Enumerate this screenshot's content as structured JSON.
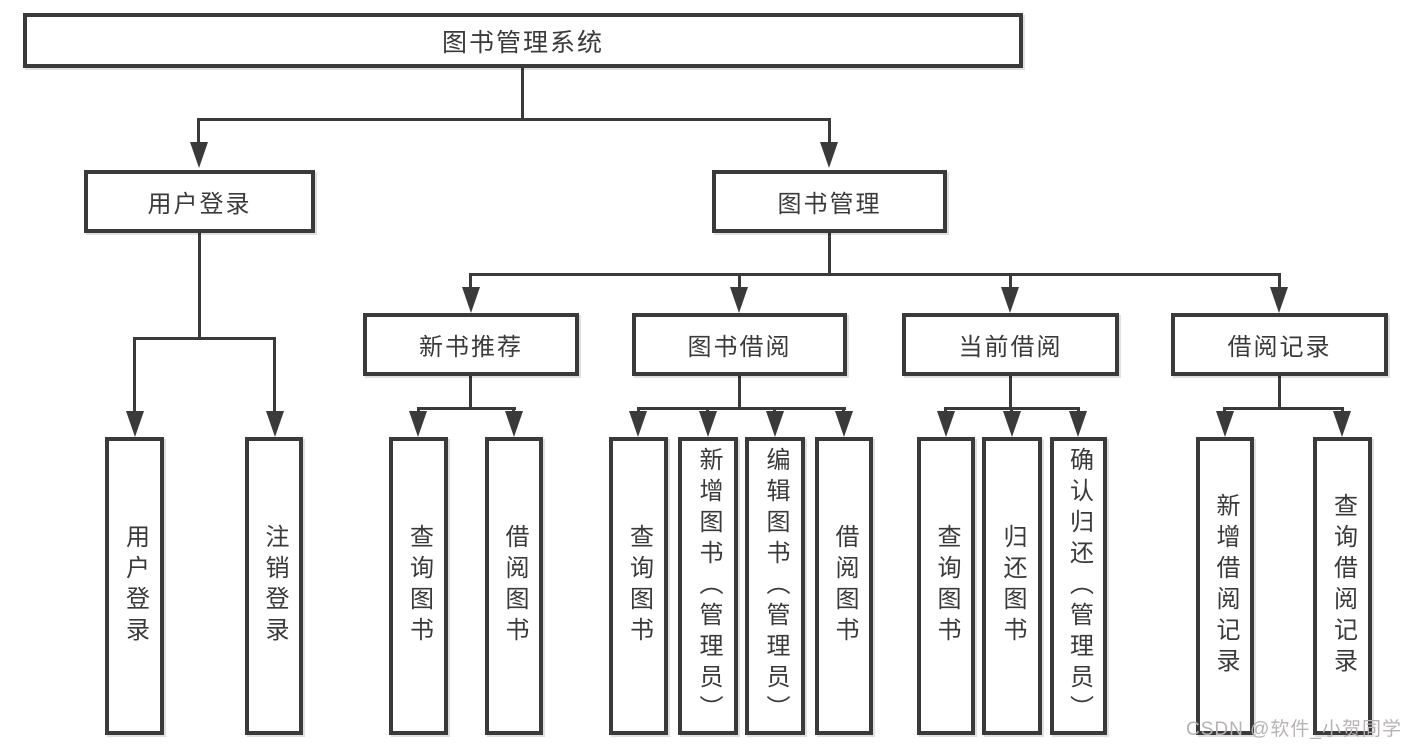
{
  "diagram": {
    "root": {
      "label": "图书管理系统"
    },
    "branches": [
      {
        "label": "用户登录",
        "children": [
          {
            "label": "用户登录"
          },
          {
            "label": "注销登录"
          }
        ]
      },
      {
        "label": "图书管理",
        "children": [
          {
            "label": "新书推荐",
            "children": [
              {
                "label": "查询图书"
              },
              {
                "label": "借阅图书"
              }
            ]
          },
          {
            "label": "图书借阅",
            "children": [
              {
                "label": "查询图书"
              },
              {
                "label": "新增图书（管理员）"
              },
              {
                "label": "编辑图书（管理员）"
              },
              {
                "label": "借阅图书"
              }
            ]
          },
          {
            "label": "当前借阅",
            "children": [
              {
                "label": "查询图书"
              },
              {
                "label": "归还图书"
              },
              {
                "label": "确认归还（管理员）"
              }
            ]
          },
          {
            "label": "借阅记录",
            "children": [
              {
                "label": "新增借阅记录"
              },
              {
                "label": "查询借阅记录"
              }
            ]
          }
        ]
      }
    ]
  },
  "watermark": {
    "text": "CSDN @软件_小贺同学"
  },
  "colors": {
    "line": "#3a3a3a",
    "text": "#3a3a3a",
    "watermark": "#b7b3b3",
    "background": "#ffffff"
  }
}
